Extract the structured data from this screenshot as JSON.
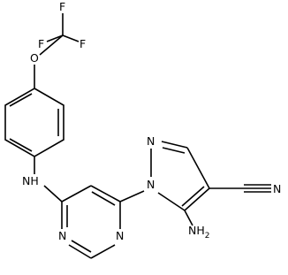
{
  "molecule": {
    "atoms": {
      "f_top": "F",
      "f_left": "F",
      "f_right": "F",
      "oxygen": "O",
      "amine_nh": "NH",
      "pyrimidine_n_lower": "N",
      "pyrimidine_n_bottom": "N",
      "pyrazole_n_ring": "N",
      "pyrazole_n_attached": "N",
      "nitrile_n": "N",
      "amino": "NH"
    },
    "subscripts": {
      "amino_h_count": "2"
    }
  }
}
